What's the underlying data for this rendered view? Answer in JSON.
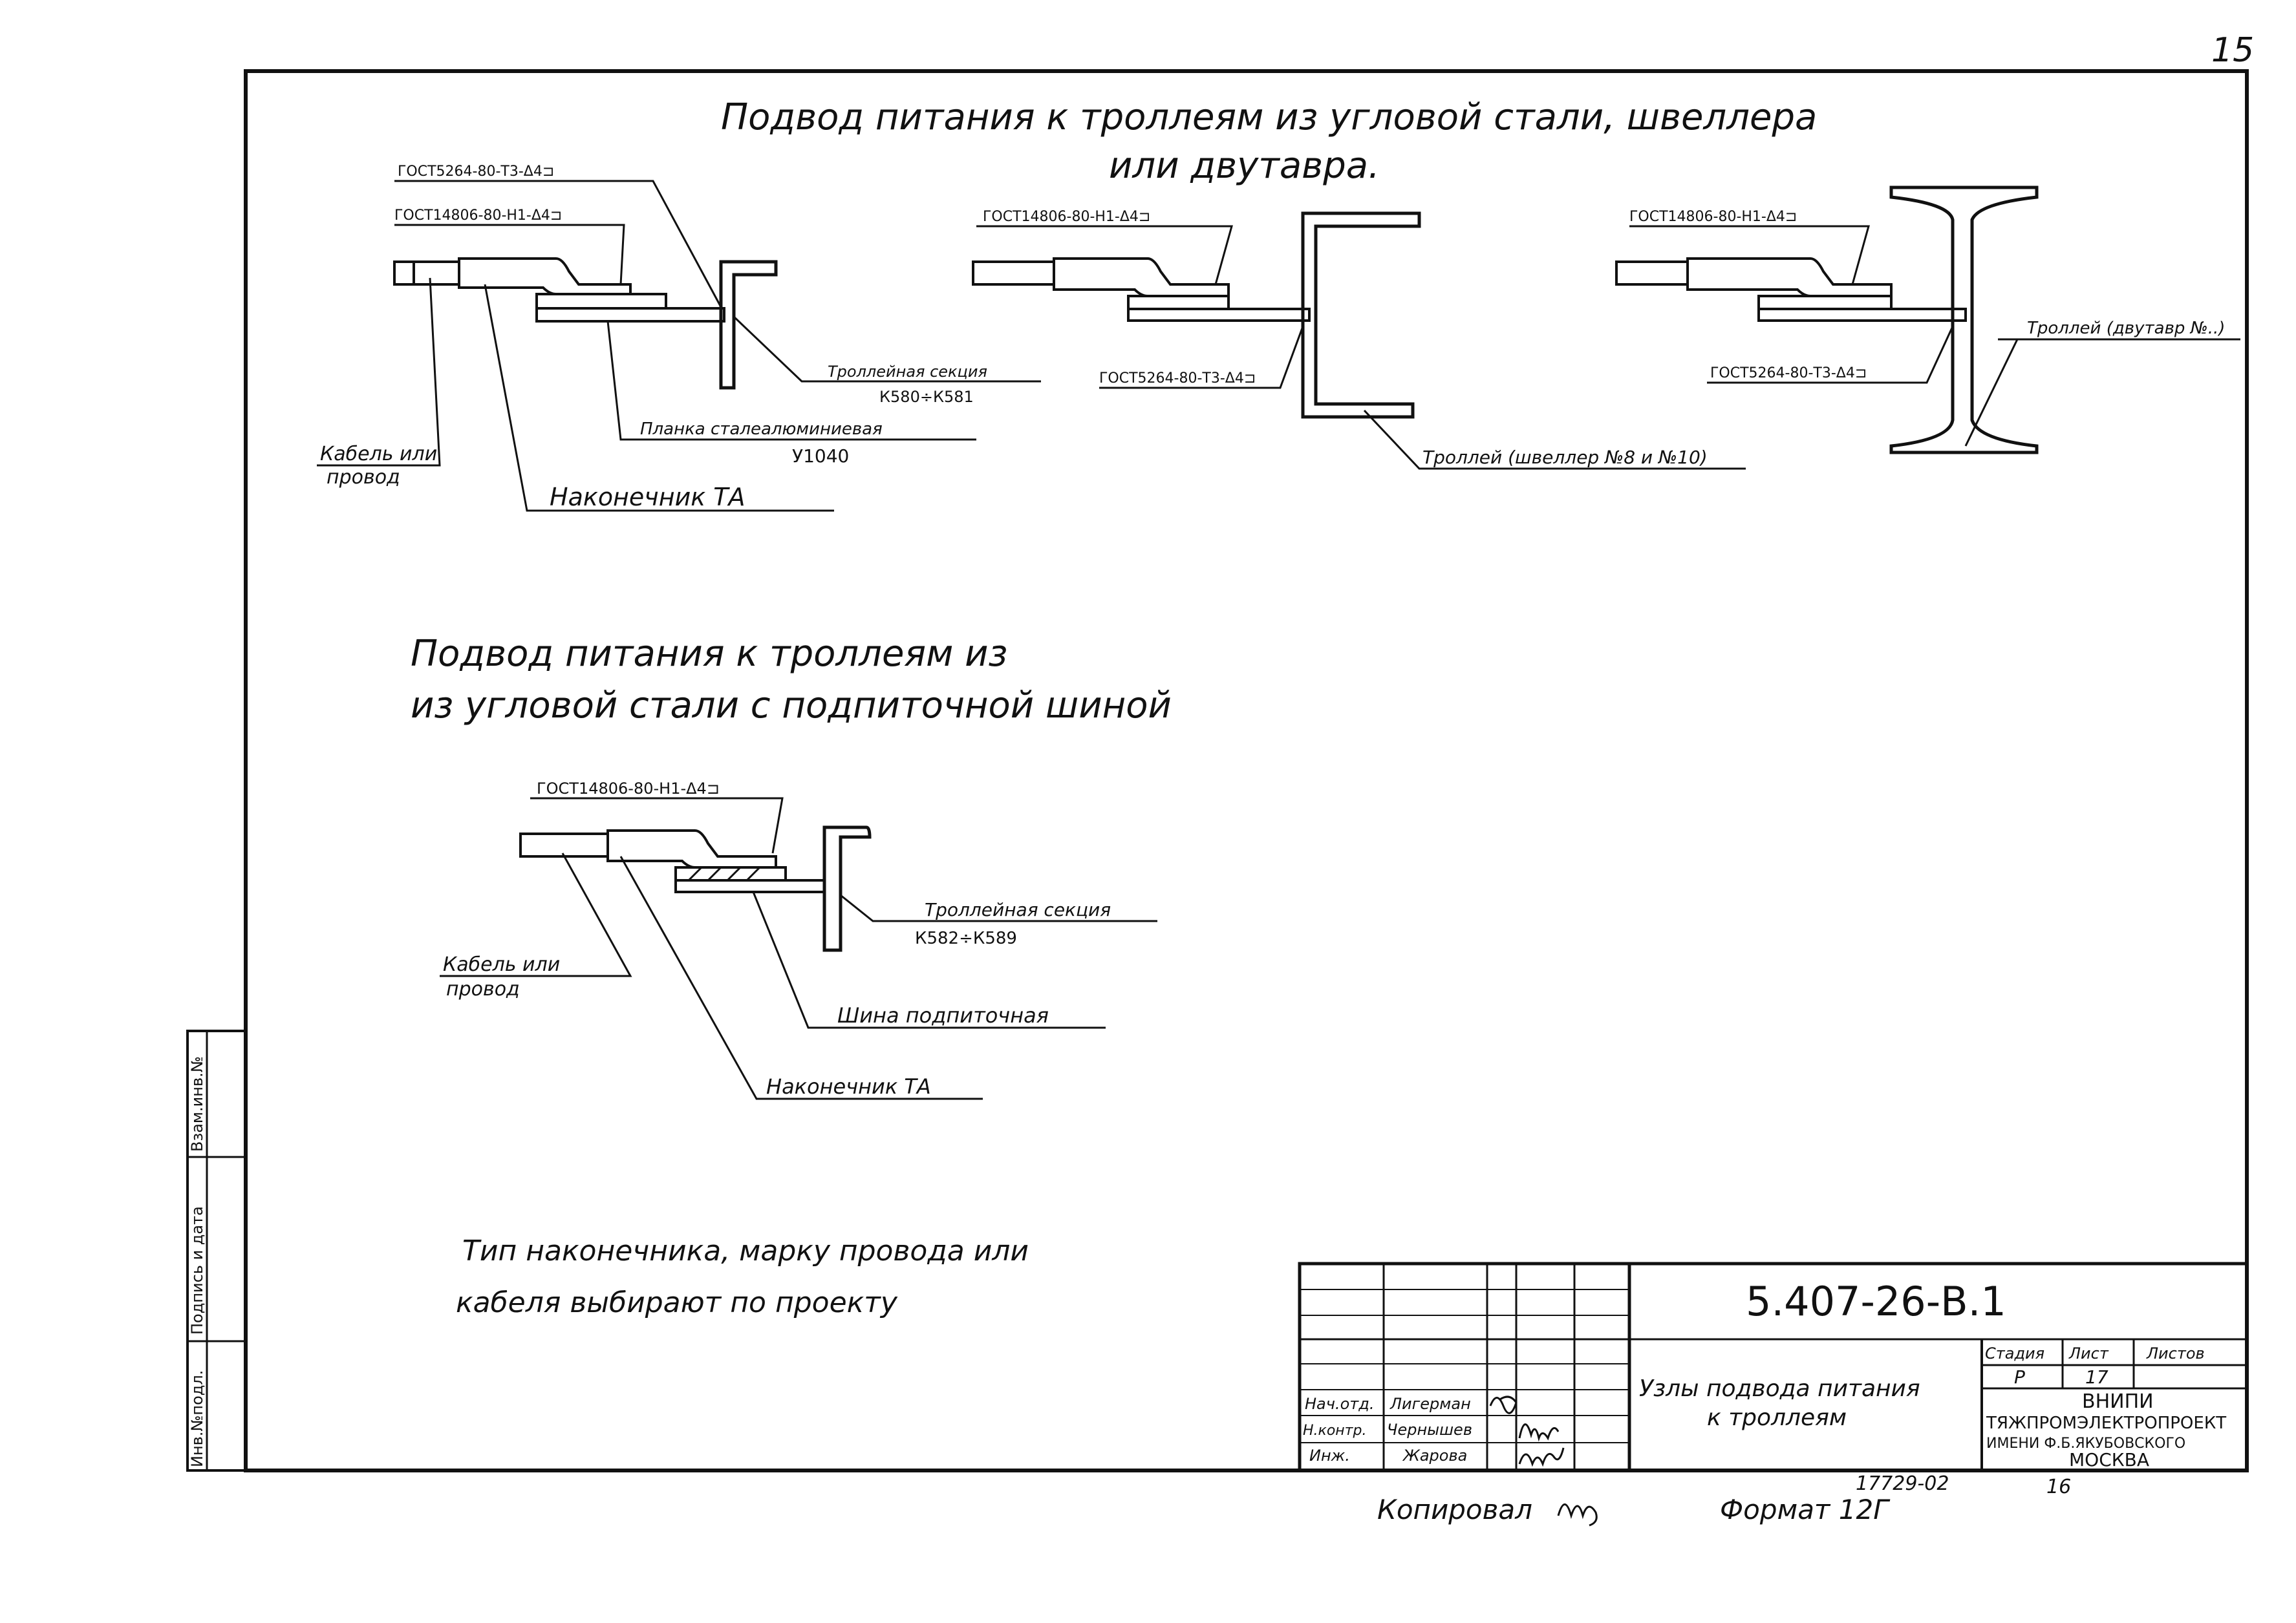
{
  "page_number": "15",
  "section1": {
    "title_line1": "Подвод питания к троллеям из угловой стали, швеллера",
    "title_line2": "или двутавра.",
    "angle": {
      "gost_top": "ГОСТ5264-80-Т3-Δ4⊐",
      "gost_mid": "ГОСТ14806-80-Н1-Δ4⊐",
      "section_label": "Троллейная секция",
      "section_code": "К580÷К581",
      "plate_label": "Планка сталеалюминиевая",
      "plate_code": "У1040",
      "cable_line1": "Кабель или",
      "cable_line2": "провод",
      "lug": "Наконечник ТА"
    },
    "channel": {
      "gost_top": "ГОСТ14806-80-Н1-Δ4⊐",
      "gost_low": "ГОСТ5264-80-Т3-Δ4⊐",
      "trolley": "Троллей (швеллер №8 и №10)"
    },
    "ibeam": {
      "gost_top": "ГОСТ14806-80-Н1-Δ4⊐",
      "gost_low": "ГОСТ5264-80-Т3-Δ4⊐",
      "trolley": "Троллей (двутавр №..)"
    }
  },
  "section2": {
    "title_line1": "Подвод питания к троллеям из",
    "title_line2": "из угловой стали с подпиточной шиной",
    "gost": "ГОСТ14806-80-Н1-Δ4⊐",
    "section_label": "Троллейная секция",
    "section_code": "К582÷К589",
    "cable_line1": "Кабель или",
    "cable_line2": "провод",
    "bus": "Шина подпиточная",
    "lug": "Наконечник ТА"
  },
  "note_line1": "Тип наконечника, марку провода или",
  "note_line2": "кабеля выбирают по проекту",
  "side_stamp": {
    "col1": "Инв.№подл.",
    "col2": "Подпись и дата",
    "col3": "Взам.инв.№"
  },
  "title_block": {
    "doc_code": "5.407-26-В.1",
    "title_line1": "Узлы подвода питания",
    "title_line2": "к троллеям",
    "roles": [
      "Нач.отд.",
      "Н.контр.",
      "Инж."
    ],
    "names": [
      "Лигерман",
      "Чернышев",
      "Жарова"
    ],
    "stage_label": "Стадия",
    "sheet_label": "Лист",
    "sheets_label": "Листов",
    "stage_value": "Р",
    "sheet_value": "17",
    "org_line1": "ВНИПИ",
    "org_line2": "ТЯЖПРОМЭЛЕКТРОПРОЕКТ",
    "org_line3": "ИМЕНИ Ф.Б.ЯКУБОВСКОГО",
    "org_line4": "МОСКВА"
  },
  "footer": {
    "copied": "Копировал",
    "format": "Формат 12Г",
    "archive_no": "17729-02",
    "archive_sheet": "16"
  }
}
